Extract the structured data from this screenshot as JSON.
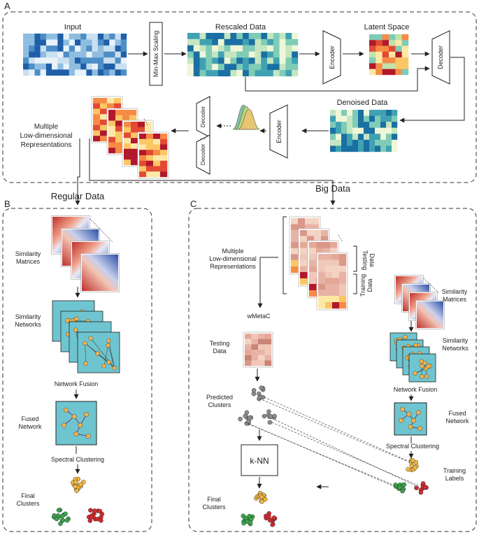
{
  "panels": {
    "a": "A",
    "b": "B",
    "c": "C"
  },
  "panel_a": {
    "input": "Input",
    "scaling": "Min-Max Scaling",
    "rescaled": "Rescaled Data",
    "latent": "Latent Space",
    "encoder": "Encoder",
    "decoder": "Decoder",
    "denoised": "Denoised Data",
    "multiple_1": "Multiple",
    "multiple_2": "Low-dimensional",
    "multiple_3": "Representations",
    "dots": "..."
  },
  "branches": {
    "regular": "Regular Data",
    "big": "Big Data"
  },
  "panel_b": {
    "sim_matrices_1": "Similarity",
    "sim_matrices_2": "Matrices",
    "sim_networks_1": "Similarity",
    "sim_networks_2": "Networks",
    "network_fusion": "Network Fusion",
    "fused_1": "Fused",
    "fused_2": "Network",
    "spectral": "Spectral Clustering",
    "final_1": "Final",
    "final_2": "Clusters"
  },
  "panel_c": {
    "multiple_1": "Multiple",
    "multiple_2": "Low-dimensional",
    "multiple_3": "Representations",
    "testing_1": "Testing",
    "testing_2": "Data",
    "training_1": "Training",
    "training_2": "Data",
    "sim_matrices_1": "Similarity",
    "sim_matrices_2": "Matrices",
    "wmetac": "wMetaC",
    "testing_data_1": "Testing",
    "testing_data_2": "Data",
    "sim_networks_1": "Similarity",
    "sim_networks_2": "Networks",
    "network_fusion": "Network Fusion",
    "predicted_1": "Predicted",
    "predicted_2": "Clusters",
    "fused_1": "Fused",
    "fused_2": "Network",
    "spectral": "Spectral Clustering",
    "knn": "k-NN",
    "training_labels_1": "Training",
    "training_labels_2": "Labels",
    "final_1": "Final",
    "final_2": "Clusters"
  },
  "colors": {
    "blue_heatmap": [
      "#1f5fa8",
      "#4d8ec7",
      "#8fbde0",
      "#c9e0f0",
      "#e8f2fa"
    ],
    "teal_heatmap": [
      "#1a6fa3",
      "#3fa2b3",
      "#7fcbb6",
      "#c4e6c0",
      "#eef7d8"
    ],
    "warm_heatmap": [
      "#b2182b",
      "#e34a33",
      "#f68b45",
      "#fbc765",
      "#fde8a5"
    ],
    "network_bg": "#6ec5d0",
    "node": "#f2b24c",
    "cluster_orange": "#f4b740",
    "cluster_green": "#3aa64a",
    "cluster_red": "#d7282d",
    "cluster_gray": "#8c8c8c"
  }
}
